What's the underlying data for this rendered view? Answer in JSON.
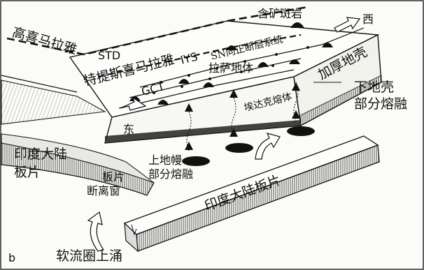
{
  "panel_letter": "b",
  "labels": {
    "himalaya_high": "高喜马拉雅",
    "std": "STD",
    "tethys_himalaya": "特提斯喜马拉雅",
    "iys": "IYS",
    "sn_faults": "SN向正断层系统",
    "ore_porphyry": "含矿斑岩",
    "west": "西",
    "thickened_crust": "加厚地壳",
    "lhasa_block": "拉萨地体",
    "gct": "GCT",
    "east": "东",
    "gangdese_melt": "埃达克熔体",
    "lower_crust_melt_l1": "下地壳",
    "lower_crust_melt_l2": "部分熔融",
    "upper_mantle_melt_l1": "上地幔",
    "upper_mantle_melt_l2": "部分熔融",
    "indian_plate_upper_l1": "印度大陆",
    "indian_plate_upper_l2": "板片",
    "slab_window_l1": "板片",
    "slab_window_l2": "断离窗",
    "indian_plate_lower": "印度大陆板片",
    "asthenosphere": "软流圈上涌"
  }
}
